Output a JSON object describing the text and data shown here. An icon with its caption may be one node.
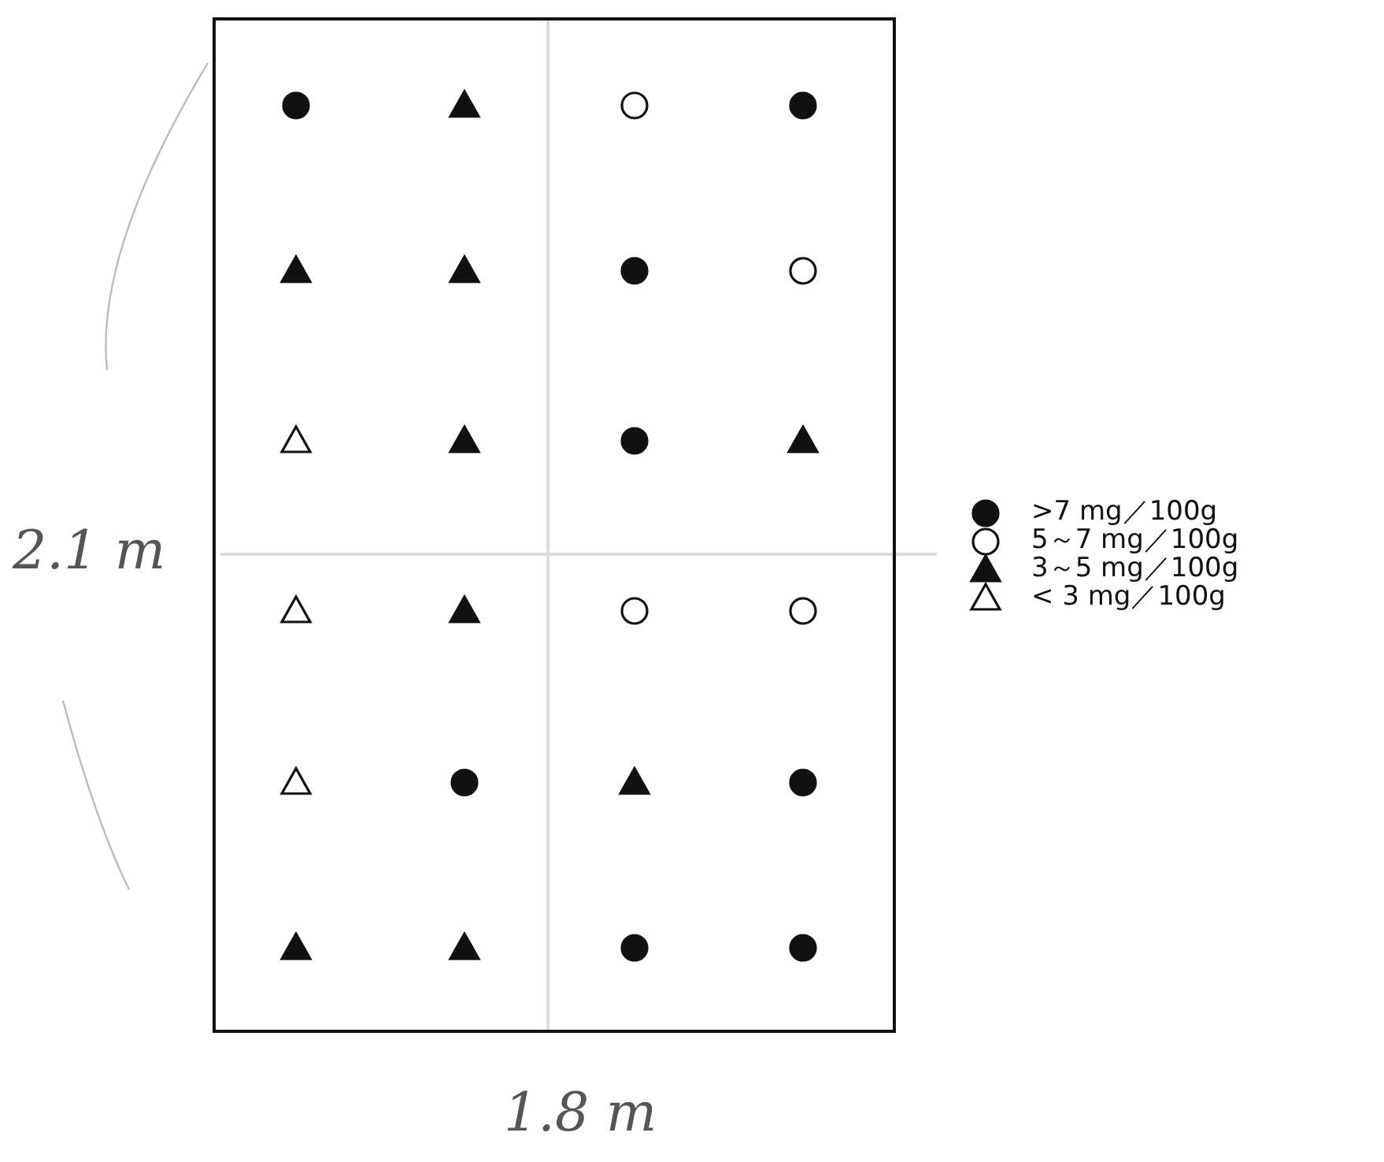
{
  "diagram": {
    "labels": [
      "2.1 m",
      "1.8 m"
    ],
    "legend": [
      {
        "text": ">7 mg／100g"
      },
      {
        "text": "5～7 mg／100g"
      },
      {
        "text": "3～5 mg／100g"
      },
      {
        "text": "< 3 mg／100g"
      }
    ]
  }
}
